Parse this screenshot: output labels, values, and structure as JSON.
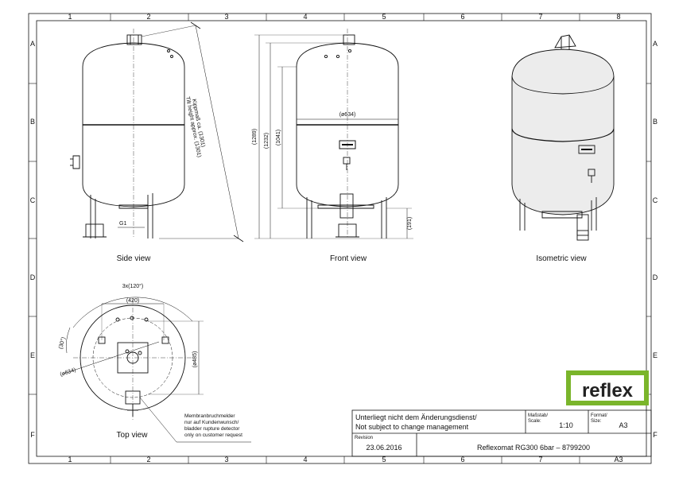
{
  "sheet": {
    "column_labels": [
      "1",
      "2",
      "3",
      "4",
      "5",
      "6",
      "7",
      "8"
    ],
    "row_labels": [
      "A",
      "B",
      "C",
      "D",
      "E",
      "F"
    ]
  },
  "views": {
    "side": "Side view",
    "front": "Front view",
    "isometric": "Isometric view",
    "top": "Top view"
  },
  "dimensions": {
    "tilt_height": "Kippmaß ca. (1301)",
    "tilt_height_en": "Tilt height approx. (1301)",
    "g1": "G1",
    "diam_634": "(ø634)",
    "h_1289": "(1289)",
    "h_1232": "(1232)",
    "h_1041": "(1041)",
    "h_191": "(191)",
    "angle": "3x(120°)",
    "w_420": "(420)",
    "angle_30": "(30°)",
    "diam_634_top": "(ø634)",
    "diam_485": "(ø485)"
  },
  "note": {
    "lines": [
      "Membranbruchmelder",
      "nur auf Kundenwunsch/",
      "bladder rupture detector",
      "only on customer request"
    ]
  },
  "title_block": {
    "change_de": "Unterliegt nicht dem Änderungsdienst/",
    "change_en": "Not subject to change management",
    "scale_label_de": "Maßstab/",
    "scale_label_en": "Scale:",
    "scale_value": "1:10",
    "format_label_de": "Format/",
    "format_label_en": "Size:",
    "format_value": "A3",
    "revision_label": "Revision",
    "revision_date": "23.06.2016",
    "product": "Reflexomat RG300 6bar – 8799200",
    "sheet_size": "A3"
  },
  "logo": {
    "text": "reflex",
    "color": "#7ab52b"
  }
}
